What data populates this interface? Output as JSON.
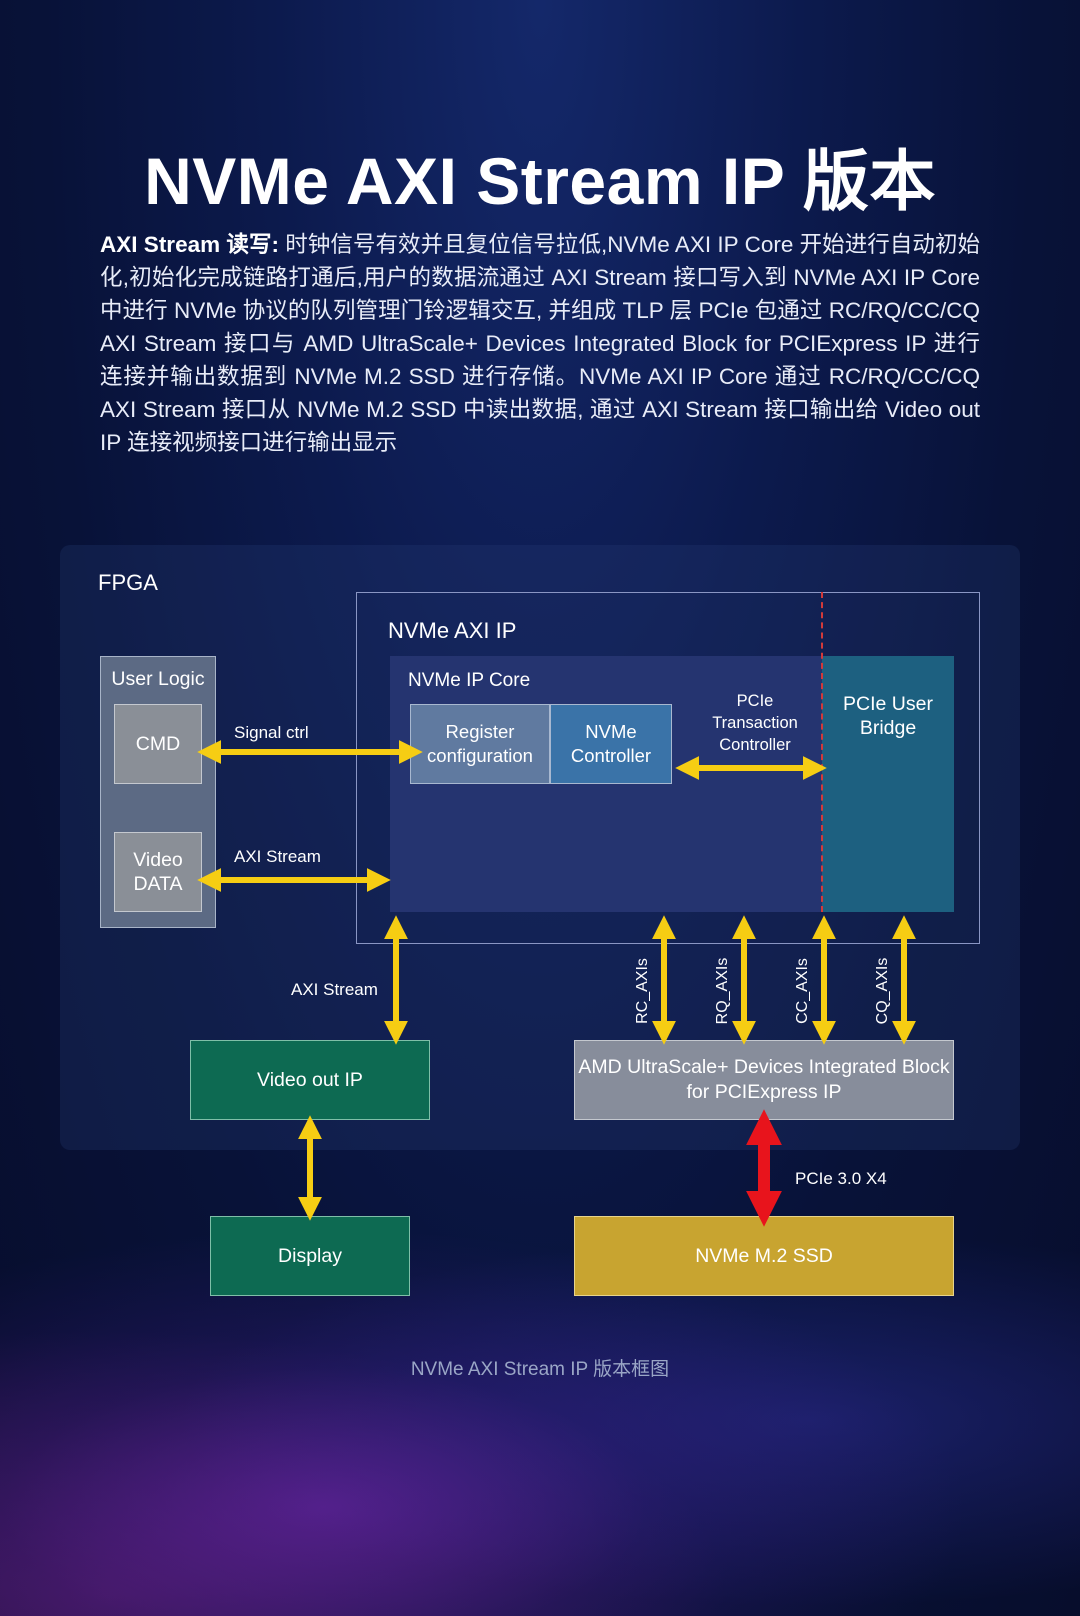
{
  "title": "NVMe AXI Stream IP 版本",
  "description": {
    "lead": "AXI Stream 读写:",
    "body": " 时钟信号有效并且复位信号拉低,NVMe AXI IP Core 开始进行自动初始化,初始化完成链路打通后,用户的数据流通过 AXI Stream 接口写入到 NVMe AXI IP Core 中进行 NVMe 协议的队列管理门铃逻辑交互, 并组成 TLP 层 PCIe 包通过 RC/RQ/CC/CQ AXI Stream 接口与 AMD UltraScale+ Devices Integrated Block for PCIExpress IP 进行连接并输出数据到 NVMe M.2 SSD 进行存储。NVMe AXI IP Core 通过 RC/RQ/CC/CQ AXI Stream 接口从 NVMe M.2 SSD 中读出数据, 通过 AXI Stream 接口输出给 Video out IP 连接视频接口进行输出显示"
  },
  "diagram": {
    "fpga_label": "FPGA",
    "nvme_axi_ip_label": "NVMe AXI IP",
    "nvme_ip_core_label": "NVMe IP Core",
    "register_config": "Register configuration",
    "nvme_controller": "NVMe Controller",
    "pcie_transaction_controller": "PCIe Transaction Controller",
    "pcie_user_bridge": "PCIe User Bridge",
    "user_logic": "User Logic",
    "cmd": "CMD",
    "video_data": "Video DATA",
    "signal_ctrl": "Signal ctrl",
    "axi_stream_user": "AXI Stream",
    "axi_stream_video": "AXI Stream",
    "rc_axis": "RC_AXIs",
    "rq_axis": "RQ_AXIs",
    "cc_axis": "CC_AXIs",
    "cq_axis": "CQ_AXIs",
    "video_out_ip": "Video out IP",
    "amd_block": "AMD UltraScale+ Devices Integrated Block for PCIExpress IP",
    "display": "Display",
    "nvme_ssd": "NVMe M.2 SSD",
    "pcie_link": "PCIe 3.0 X4"
  },
  "caption": "NVMe AXI Stream IP 版本框图",
  "colors": {
    "arrow_yellow": "#f6cd13",
    "arrow_red": "#e8141c",
    "green_box": "#0d6a52",
    "ssd_gold": "#c8a430",
    "bridge_teal": "#1d6080"
  }
}
